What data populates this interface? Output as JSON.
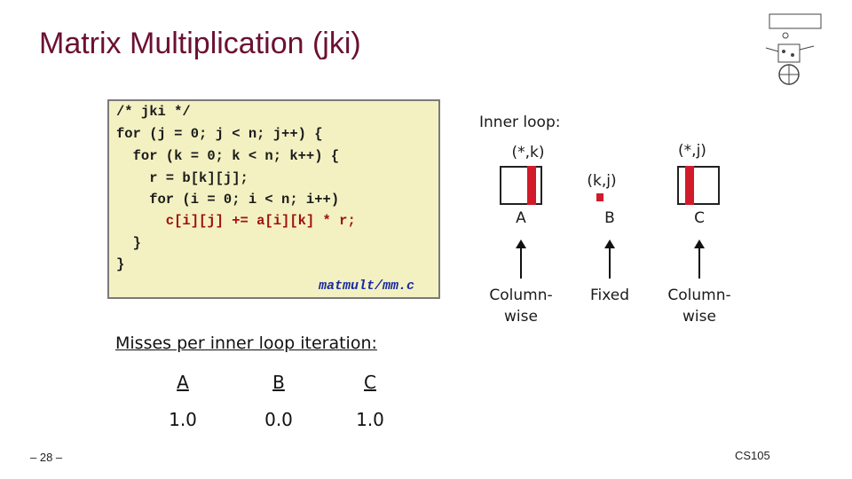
{
  "title": "Matrix Multiplication (jki)",
  "code": {
    "lines": [
      "/* jki */",
      "for (j = 0; j < n; j++) {",
      "  for (k = 0; k < n; k++) {",
      "    r = b[k][j];",
      "    for (i = 0; i < n; i++)",
      "      c[i][j] += a[i][k] * r;",
      "  }",
      "}"
    ],
    "filename": "matmult/mm.c"
  },
  "inner_loop": {
    "heading": "Inner loop:",
    "matrices": [
      {
        "index": "(*,k)",
        "name": "A",
        "access": "Column-",
        "access2": "wise"
      },
      {
        "index": "(k,j)",
        "name": "B",
        "access": "Fixed",
        "access2": ""
      },
      {
        "index": "(*,j)",
        "name": "C",
        "access": "Column-",
        "access2": "wise"
      }
    ]
  },
  "misses": {
    "heading": "Misses per inner loop iteration:",
    "columns": [
      "A",
      "B",
      "C"
    ],
    "values": [
      "1.0",
      "0.0",
      "1.0"
    ]
  },
  "footer": {
    "slide_number": "– 28 –",
    "course": "CS105"
  },
  "colors": {
    "title": "#6b1032",
    "code_background": "#f3f1c2",
    "highlight": "#d11a2a",
    "filename": "#1a2ba0"
  }
}
